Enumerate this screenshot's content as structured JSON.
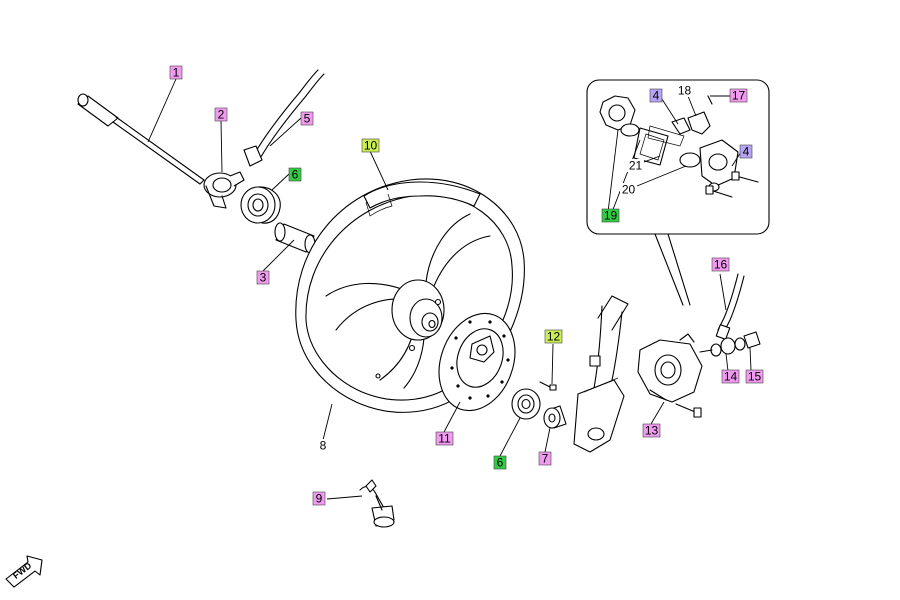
{
  "colors": {
    "magenta": "#f09bf0",
    "green": "#33cc44",
    "lime": "#ccee55",
    "violet": "#b8a4f4",
    "plain": "#ffffff",
    "line": "#000000",
    "background": "#ffffff"
  },
  "callouts": [
    {
      "key": "c1",
      "label": "1",
      "color": "magenta"
    },
    {
      "key": "c2",
      "label": "2",
      "color": "magenta"
    },
    {
      "key": "c3",
      "label": "3",
      "color": "magenta"
    },
    {
      "key": "c5",
      "label": "5",
      "color": "magenta"
    },
    {
      "key": "c6a",
      "label": "6",
      "color": "green"
    },
    {
      "key": "c10",
      "label": "10",
      "color": "lime"
    },
    {
      "key": "c8",
      "label": "8",
      "color": "plain"
    },
    {
      "key": "c11",
      "label": "11",
      "color": "magenta"
    },
    {
      "key": "c6b",
      "label": "6",
      "color": "green"
    },
    {
      "key": "c7",
      "label": "7",
      "color": "magenta"
    },
    {
      "key": "c12",
      "label": "12",
      "color": "lime"
    },
    {
      "key": "c9",
      "label": "9",
      "color": "magenta"
    },
    {
      "key": "c13",
      "label": "13",
      "color": "magenta"
    },
    {
      "key": "c14",
      "label": "14",
      "color": "magenta"
    },
    {
      "key": "c15",
      "label": "15",
      "color": "magenta"
    },
    {
      "key": "c16",
      "label": "16",
      "color": "magenta"
    },
    {
      "key": "c4a",
      "label": "4",
      "color": "violet"
    },
    {
      "key": "c18",
      "label": "18",
      "color": "plain"
    },
    {
      "key": "c17",
      "label": "17",
      "color": "magenta"
    },
    {
      "key": "c4b",
      "label": "4",
      "color": "violet"
    },
    {
      "key": "c21",
      "label": "21",
      "color": "plain"
    },
    {
      "key": "c20",
      "label": "20",
      "color": "plain"
    },
    {
      "key": "c19",
      "label": "19",
      "color": "green"
    }
  ],
  "direction_marker": {
    "label": "FWD",
    "icon": "forward-arrow-icon"
  }
}
